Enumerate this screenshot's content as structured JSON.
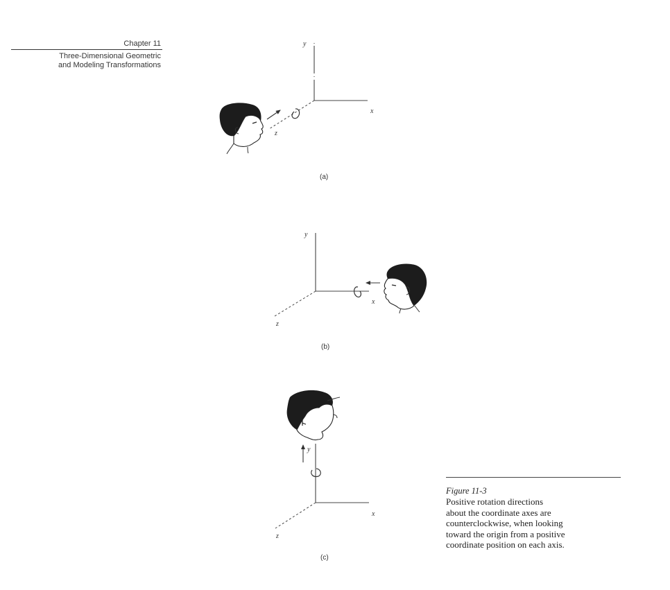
{
  "header": {
    "chapter": "Chapter 11",
    "title_line1": "Three-Dimensional Geometric",
    "title_line2": "and Modeling Transformations"
  },
  "panels": {
    "a": {
      "y_label": "y",
      "x_label": "x",
      "z_label": "z",
      "sub_label": "(a)"
    },
    "b": {
      "y_label": "y",
      "x_label": "x",
      "z_label": "z",
      "sub_label": "(b)"
    },
    "c": {
      "y_label": "y",
      "x_label": "x",
      "z_label": "z",
      "sub_label": "(c)"
    }
  },
  "caption": {
    "figure_number": "Figure 11-3",
    "line1": "Positive rotation directions",
    "line2": "about the coordinate axes are",
    "line3": "counterclockwise, when looking",
    "line4": "toward the origin from a positive",
    "line5": "coordinate position on each axis."
  }
}
